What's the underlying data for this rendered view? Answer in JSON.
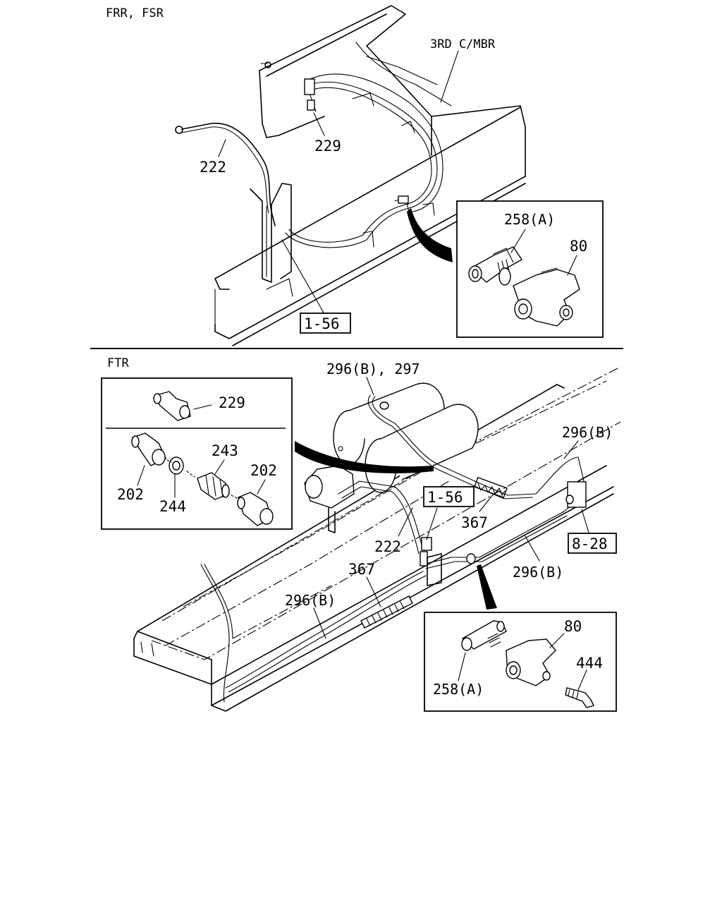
{
  "sections": [
    {
      "title": "FRR, FSR",
      "labels": [
        "3RD C/MBR",
        "229",
        "222",
        "1-56",
        "258(A)",
        "80"
      ]
    },
    {
      "title": "FTR",
      "labels": [
        "296(B), 297",
        "296(B)",
        "229",
        "243",
        "202",
        "202",
        "244",
        "1-56",
        "367",
        "222",
        "8-28",
        "367",
        "296(B)",
        "296(B)",
        "80",
        "444",
        "258(A)"
      ]
    }
  ]
}
